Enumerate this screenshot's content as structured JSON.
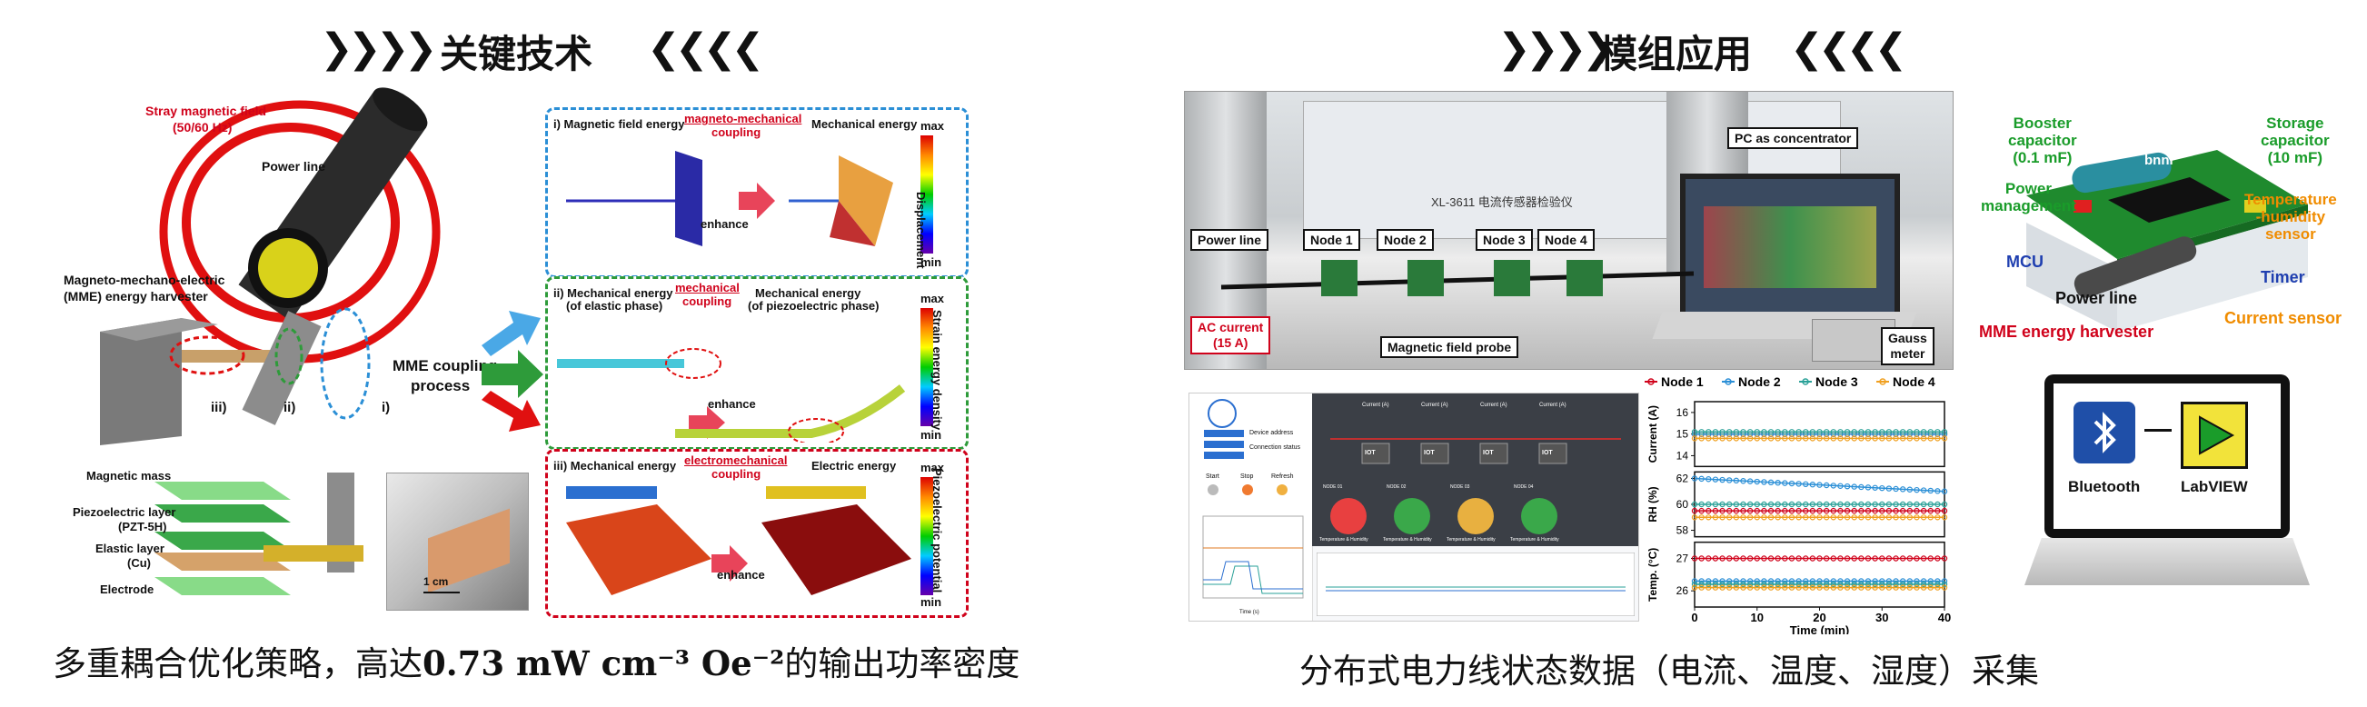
{
  "left_header": {
    "chevrons_left": "❯❯❯❯",
    "title": "关键技术",
    "chevrons_right": "❮❮❮❮"
  },
  "right_header": {
    "chevrons_left": "❯❯❯❯",
    "title": "模组应用",
    "chevrons_right": "❮❮❮❮"
  },
  "left_caption": {
    "prefix": "多重耦合优化策略，高达",
    "value": "0.73 mW cm⁻³ Oe⁻²",
    "suffix": "的输出功率密度"
  },
  "right_caption": "分布式电力线状态数据（电流、温度、湿度）采集",
  "harvester": {
    "stray_field": "Stray magnetic field",
    "stray_freq": "(50/60 Hz)",
    "power_line": "Power line",
    "mme_title": "Magneto-mechano-electric",
    "mme_sub": "(MME) energy harvester",
    "coupling_1": "MME coupling",
    "coupling_2": "process",
    "roman_iii": "iii)",
    "roman_ii": "ii)",
    "roman_i": "i)",
    "layers": [
      "Magnetic mass",
      "Piezoelectric layer",
      "(PZT-5H)",
      "Elastic layer",
      "(Cu)",
      "Electrode"
    ],
    "scale": "1 cm"
  },
  "panels": [
    {
      "title_left": "i) Magnetic field energy",
      "coupling_top": "magneto-mechanical",
      "coupling_bottom": "coupling",
      "title_right": "Mechanical energy",
      "enhance": "enhance",
      "cb_max": "max",
      "cb_min": "min",
      "cb_label": "Displacement",
      "color": "#2b8fd6"
    },
    {
      "title_left": "ii) Mechanical energy",
      "title_left2": "(of elastic phase)",
      "coupling_top": "mechanical",
      "coupling_bottom": "coupling",
      "title_right": "Mechanical energy",
      "title_right2": "(of piezoelectric phase)",
      "enhance": "enhance",
      "cb_max": "max",
      "cb_min": "min",
      "cb_label": "Strain energy density",
      "color": "#2e9b3a"
    },
    {
      "title_left": "iii) Mechanical energy",
      "coupling_top": "electromechanical",
      "coupling_bottom": "coupling",
      "title_right": "Electric energy",
      "enhance": "enhance",
      "cb_max": "max",
      "cb_min": "min",
      "cb_label": "Piezoelectric potential",
      "color": "#d0021b"
    }
  ],
  "setup": {
    "device_label": "XL-3611 电流传感器检验仪",
    "pc": "PC as concentrator",
    "power_line": "Power line",
    "nodes": [
      "Node 1",
      "Node 2",
      "Node 3",
      "Node 4"
    ],
    "ac_current": "AC current",
    "ac_value": "(15 A)",
    "probe": "Magnetic field probe",
    "gauss_1": "Gauss",
    "gauss_2": "meter"
  },
  "gui": {
    "device_address": "Device address",
    "connection_status": "Connection status",
    "start": "Start",
    "stop": "Stop",
    "refresh": "Refresh",
    "node_current": "Current (A)",
    "card_label": "Temperature & Humidity",
    "iot": "IOT",
    "node_tags": [
      "NODE 01",
      "NODE 02",
      "NODE 03",
      "NODE 04"
    ],
    "time_axis": "Time (s)"
  },
  "chart_data": {
    "type": "line",
    "legend": [
      "Node 1",
      "Node 2",
      "Node 3",
      "Node 4"
    ],
    "colors": [
      "#d0021b",
      "#2b8fd6",
      "#2aa198",
      "#f0a020"
    ],
    "xlabel": "Time (min)",
    "xticks": [
      0,
      10,
      20,
      30,
      40
    ],
    "xlim": [
      0,
      40
    ],
    "panels": [
      {
        "ylabel": "Current (A)",
        "yticks": [
          14,
          15,
          16
        ],
        "ylim": [
          13.5,
          16.5
        ],
        "series": [
          [
            15.0,
            15.0
          ],
          [
            15.0,
            15.0
          ],
          [
            15.1,
            15.1
          ],
          [
            14.8,
            14.8
          ]
        ]
      },
      {
        "ylabel": "RH (%)",
        "yticks": [
          58,
          60,
          62
        ],
        "ylim": [
          57.5,
          62.5
        ],
        "series": [
          [
            59.5,
            59.5
          ],
          [
            62.0,
            61.0
          ],
          [
            60.0,
            60.0
          ],
          [
            59.0,
            59.0
          ]
        ]
      },
      {
        "ylabel": "Temp. (°C)",
        "yticks": [
          26,
          27
        ],
        "ylim": [
          25.5,
          27.5
        ],
        "series": [
          [
            27.0,
            27.0
          ],
          [
            26.3,
            26.3
          ],
          [
            26.2,
            26.2
          ],
          [
            26.1,
            26.1
          ]
        ]
      }
    ]
  },
  "module": {
    "booster": [
      "Booster",
      "capacitor",
      "(0.1 mF)"
    ],
    "storage": [
      "Storage",
      "capacitor",
      "(10 mF)"
    ],
    "power_mgmt": [
      "Power",
      "management"
    ],
    "temp": [
      "Temperature",
      "-humidity",
      "sensor"
    ],
    "mcu": "MCU",
    "power_line": "Power line",
    "timer": "Timer",
    "current_sensor": "Current sensor",
    "mme": "MME energy harvester",
    "chip": "bnnl"
  },
  "laptop": {
    "bluetooth": "Bluetooth",
    "labview": "LabVIEW"
  },
  "colors": {
    "green_label": "#1a9c2a",
    "red_label": "#d0021b",
    "orange_label": "#f08c00",
    "blue_label": "#1f3fb0"
  }
}
